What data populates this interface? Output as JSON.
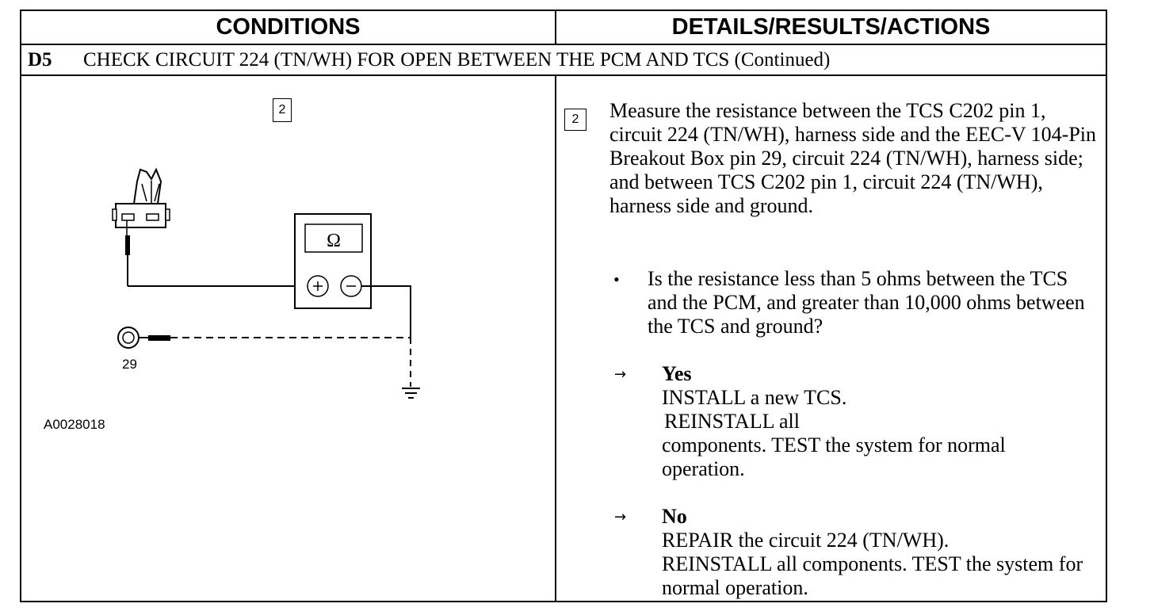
{
  "table": {
    "col_conditions": "CONDITIONS",
    "col_details": "DETAILS/RESULTS/ACTIONS"
  },
  "step": {
    "id": "D5",
    "title": "CHECK CIRCUIT 224 (TN/WH) FOR OPEN BETWEEN THE PCM AND TCS (Continued)"
  },
  "diagram": {
    "box_number": "2",
    "meter_symbol": "Ω",
    "pin_label": "29",
    "figure_code": "A0028018"
  },
  "details": {
    "box_number": "2",
    "instruction": "Measure the resistance between the TCS C202 pin 1, circuit 224 (TN/WH), harness side and the EEC-V 104-Pin Breakout Box pin 29, circuit 224 (TN/WH), harness side; and between TCS C202 pin 1, circuit 224 (TN/WH), harness side and ground.",
    "bullet": "•",
    "question": "Is the resistance less than 5 ohms between the TCS and the PCM, and greater than 10,000 ohms between the TCS and ground?",
    "arrow": "→",
    "yes": {
      "label": "Yes",
      "line1": "INSTALL a new TCS.",
      "line2": "REINSTALL all",
      "line3": "components. TEST the system for normal operation."
    },
    "no": {
      "label": "No",
      "line1": "REPAIR the circuit 224 (TN/WH).",
      "line2": "REINSTALL all components. TEST the system for normal operation."
    }
  }
}
